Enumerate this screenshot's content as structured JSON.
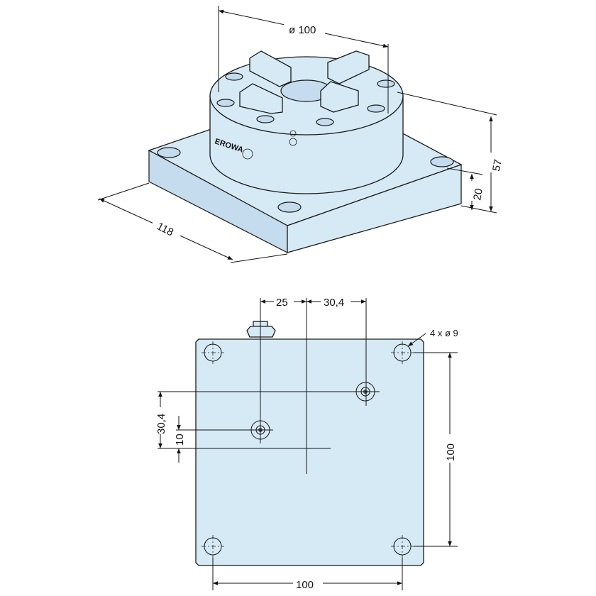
{
  "title": "Chuck on base plate – dimension drawing",
  "brand": "EROWA",
  "colors": {
    "part_fill": "#d6eaf6",
    "line": "#111111"
  },
  "iso_view": {
    "diameter_label": "ø 100",
    "total_height_label": "57",
    "plate_height_label": "20",
    "plate_width_label": "118"
  },
  "bottom_view": {
    "offset_x_1": "25",
    "offset_x_2": "30,4",
    "hole_callout": "4 x ø 9",
    "offset_y_1": "30,4",
    "offset_y_2": "10",
    "hole_pitch_vertical": "100",
    "hole_pitch_horizontal": "100"
  }
}
